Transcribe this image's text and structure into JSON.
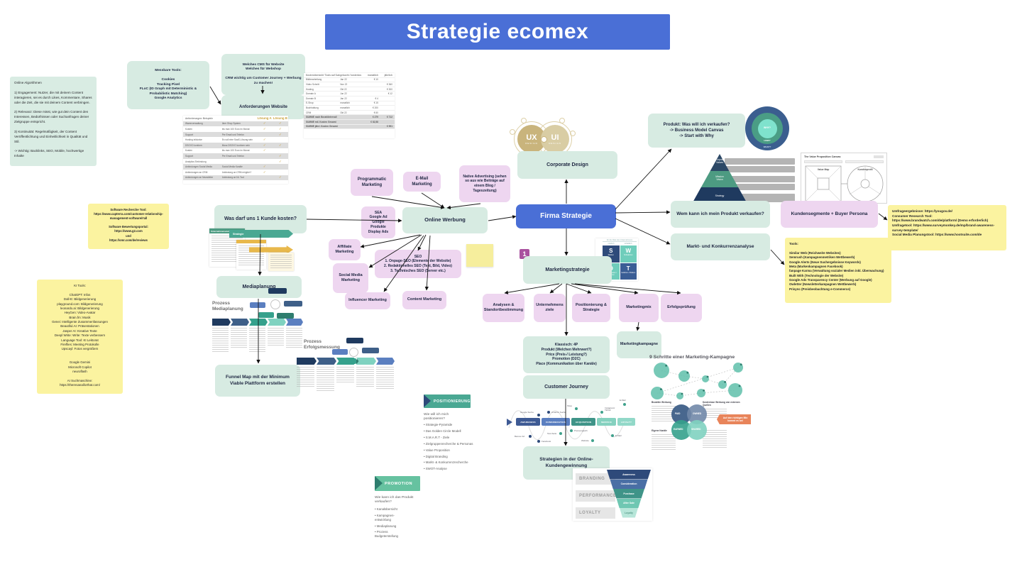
{
  "colors": {
    "banner_blue": "#4a6fd6",
    "node_green": "#d7ebe2",
    "node_pink": "#eed6f0",
    "sticky_yellow": "#fbf3a0",
    "badge_purple": "#a9519f",
    "teal": "#3f9488",
    "navy": "#2e4a7a",
    "gold": "#c9b47c",
    "callout_orange": "#e8845a"
  },
  "title": {
    "text": "Strategie ecomex"
  },
  "notes": {
    "online_algorithmen": "Online Algorithmen\n\n1) Engagement: Nutzer, die mit deinem Content interagieren, sei es durch Likes, Kommentare, Shares oder die Zeit, die sie mit deinem Content verbringen.\n\n2) Relevanz: Diese misst, wie gut dein Content den Interessen, Bedürfnissen oder Suchanfragen deiner Zielgruppe entspricht.\n\n3) Kontinuität: Regelmäßigkeit, der Content Veröffentlichtung und Einheitlichkeit in Qualität und Stil.\n\n-> Wichtig: Backlinks, SEO, Mobile, hochwertige Inhalte",
    "software_recherche": "Software Recherche Tool:\nhttps://www.capterra.com/customer-relationship-management-software/#all\n\nSoftware Bewertungsportal:\nhttps://www.g2.com\nund\nhttps://omr.com/de/reviews",
    "ki_tools": "KI Tools:\n\nChatGPT: Infos\nDall-E: Bildgenerierung\nplayground.com: Bildgenerierung\nleonardo.ai: Bildgenerierung\nHeyGen: Video-Avatar\nBrain.fm: Musik\nGenei: Intelligente Zusammenfassungen\nBeautiful.AI: Präsentationen\nJasper AI: Kreative Texte\nDeepl Write: Write: Texte verbessern\nLanguage Tool: KI Lektorat\nFireflies: Meeting Protokolle\nUpscayl: Fotos vergrößern\n\n\nGoogle Gemini\nMicrosoft Copilot\nneuroflash\n\nAI Suchmaschine:\nhttps://theresanaiforthat.com/",
    "umfrage": "Umfrageergebnisse: https://yougov.de/\nConsumer Research Tool:\nhttps://www.brandwatch.com/de/platform/ (Demo erforderlich)\nUmfragetool: https://www.surveymonkey.de/mp/brand-awareness-survey-template/\nSocial Media Planungstool: https://www.hootsuite.com/de",
    "tools": "Tools:\n\nSimilar Web (Reichweite Websites)\nSemrush (Kampagnenmetriken Wettbewerb)\nGoogle Alerts (Neue Suchergebnisse Keywords)\nMeta (Markenkampagnen Facebook)\nfanpage Karma (Verwaltung sozialer Medien inkl. Überwachung)\nBuilt With (Technologie der Website)\nGoogle Ads Transparency Center (Werbung auf Google)\nOwletter (Newsletterkampagnen Wettbewerb)\nPrisync (Preisbeobachtung e-Commerce)"
  },
  "left_cluster": {
    "messbare_tools": "Messbare Tools:\n\nCookies\nTracking Pixel\nFLoC (ID Graph mit Deterministic & Probabilistic Matching)\nGoogle Analytics",
    "welches_cms": "Welches CMS für Website\nWelches für Webshop\n\nCRM wichtig um Customer Journey + Werbung zu machen!",
    "anforderungen_website": "Anforderungen Website"
  },
  "anforderungen_table": {
    "header": [
      "Anforderungen: Beispiele",
      "",
      "Lösung A",
      "Lösung B"
    ],
    "rows": [
      [
        "Warenverwaltung",
        "über Shop System",
        "✓",
        "✓"
      ],
      [
        "Kosten",
        "bis max 100 Euro im Monat",
        "✓",
        "✓"
      ],
      [
        "Support",
        "Per Email und Telefon",
        "",
        "✓"
      ],
      [
        "Hosting inklusive",
        "Es soll eine SaaS-Lösung sein",
        "✓",
        ""
      ],
      [
        "DSGVO konform",
        "Muss DSGVO konform sein",
        "✓",
        "✓"
      ],
      [
        "Kosten",
        "bis max 100 Euro im Monat",
        "✓",
        ""
      ],
      [
        "Support",
        "Per Email und Telefon",
        "",
        "✓"
      ],
      [
        "Analytics Einbindung",
        "",
        "",
        "✓"
      ],
      [
        "Anbindungen Social Media",
        "Social Media Kanäle",
        "✓",
        ""
      ],
      [
        "Anbindungen an CRM",
        "Anbindung an CRM möglich?",
        "✓",
        ""
      ],
      [
        "Anbindungen an Newsletter",
        "Anbindung an NL Tool",
        "",
        "✓"
      ]
    ]
  },
  "kosten_table": {
    "header": [
      "Kostenübersicht 'Tools auf Subscription-Basis'",
      "gebucht / kostenlos",
      "monatlich",
      "jährlich"
    ],
    "rows": [
      [
        "Bildbearbeitung",
        "Jan 22",
        "€ 10",
        ""
      ],
      [
        "Video Schnitt",
        "Nov 22",
        "",
        "€ 360"
      ],
      [
        "Hosting",
        "Okt 22",
        "",
        "€ 300"
      ],
      [
        "Domain A",
        "Jun 22",
        "",
        "€ 12"
      ],
      [
        "Domain B",
        "Jan 22",
        "€ 4",
        ""
      ],
      [
        "E-Shop",
        "monatlich",
        "€ 15",
        ""
      ],
      [
        "Buchhaltung",
        "monatlich",
        "€ 200",
        ""
      ],
      [
        "CRM",
        "Okt 22",
        "€ 60",
        ""
      ],
      [
        "SUMME nach Bezahlintervall",
        "",
        "€ 279",
        "€ 712"
      ],
      [
        "SUMME mtl. Kosten Gesamt",
        "",
        "€ 82,58",
        ""
      ],
      [
        "SUMME jährl. Kosten Gesamt",
        "",
        "",
        "€ 991"
      ]
    ]
  },
  "werbung": {
    "online_werbung": "Online Werbung",
    "programmatic": "Programmatic Marketing",
    "email": "E-Mail Marketing",
    "native": "Native Advertising (sehen so aus wie Beiträge auf einem Blog / Tageszeitung)",
    "sea": "SEA\nGoogle Ad\nGoogle Produkte\nDisplay Ads",
    "affiliate": "Affiliate Marketing",
    "seo": "SEO\n1. Onpage-SEO (Elemente der Website)\n2. Redaktionelles SEO (Text, Bild, Video)\n3. Technisches SEO (Server etc.)",
    "social": "Social Media Marketing",
    "influencer": "Influencer Marketing",
    "content": "Content Marketing"
  },
  "strategie": {
    "firma": "Firma Strategie",
    "corporate": "Corporate Design",
    "produkt": "Produkt: Was will ich verkaufen?\n-> Business Model Canvas\n-> Start with Why",
    "wem": "Wem kann ich mein Produkt verkaufen?",
    "kundensegmente": "Kundensegmente + Buyer Persona",
    "markt": "Markt- und Konkurrenzanalyse",
    "marketingstrategie": "Marketingstrategie",
    "analysen": "Analysen & Standortbestimmung",
    "ziele": "Unternehmens\nziele",
    "positionierung": "Positionierung & Strategie",
    "marketingmix": "Marketingmix",
    "erfolg": "Erfolgsprüfung",
    "kampagne": "Marketingkampagne",
    "klassisch": "Klassisch: 4P\nProdukt (Welchen Mehrwert?)\nPrice (Preis-/ Leistung?)\nPromotion (D2C)\nPlace (Kommunikation über Kanäle)",
    "customer_journey": "Customer Journey",
    "strategien_online": "Strategien in der Online-Kundengewinnung",
    "was_darf": "Was darf uns 1 Kunde kosten?",
    "mediaplanung": "Mediaplanung",
    "funnel_map": "Funnel Map mit der Minimum Viable Plattform erstellen",
    "badge": "1"
  },
  "prozess": {
    "mediaplanung_label": "Prozess\nMediaplanung",
    "erfolgsmessung_label": "Prozess\nErfolgsmessung"
  },
  "snippet": {
    "header": "Unternehmensziele",
    "band": "Strategie"
  },
  "journey": {
    "stages": [
      "AWARENESS",
      "CONSIDERATION",
      "ACQUISITION",
      "SERVICE",
      "LOYALTY"
    ],
    "touchpoints": [
      "Google Suche",
      "Amazon Suche",
      "Shop",
      "Instagram/ TikTok",
      "E-Mail",
      "Banner Ad",
      "Facebook",
      "Test-Seite",
      "Preisvergleich",
      "Website",
      "E-Mail"
    ]
  },
  "funnel": {
    "left": [
      "BRANDING",
      "PERFORMANCE",
      "LOYALTY"
    ],
    "layers": [
      "Awareness",
      "Consideration",
      "Purchase",
      "After Sale",
      "Loyalty"
    ]
  },
  "sections": {
    "positionierung": {
      "header": "POSITIONIERUNG",
      "intro": "Wie will ich mich positionieren?",
      "items": [
        "Strategie-Pyramide",
        "Das Golden Circle Modell",
        "S.M.A.R.T - Ziele",
        "Zielgruppenrecherche & Personas",
        "Value Proposition",
        "Digital Branding",
        "Markt- & Konkurrenzrecherche",
        "SWOT-Analyse"
      ]
    },
    "promotion": {
      "header": "PROMOTION",
      "intro": "Wie kann ich das Produkt verkaufen?",
      "items": [
        "Kanalübersicht",
        "Kampagnen-\nentwicklung",
        "Mediaplanung",
        "Prozess\nBudgeterstellung"
      ]
    }
  },
  "nine_steps": {
    "title": "9 Schritte einer Marketing-Kampagne",
    "venn": [
      "PAID",
      "OWNED",
      "EARNED",
      "SHARED"
    ],
    "groups": [
      "Bezahlte Werbung",
      "Kostenlose Werbung von externen Quellen",
      "Eigene Kanäle"
    ],
    "callout": "Auf den richtigen Mix kommt es an!"
  },
  "pyramid": {
    "levels": [
      "Purpose\nValues",
      "Mission\nVision",
      "Strategy"
    ]
  },
  "golden_circle": {
    "labels": [
      "WHY?",
      "HOW?",
      "WHAT?"
    ]
  },
  "vpc": {
    "title": "The Value Proposition Canvas",
    "left": "Value Map",
    "right": "Kundenprofil"
  },
  "swot": {
    "top": "für die Ziele des Unternehmens",
    "cols": [
      "nützlich",
      "schädlich"
    ],
    "cells": [
      {
        "letter": "S",
        "label": "Stärken"
      },
      {
        "letter": "W",
        "label": "Schwächen"
      },
      {
        "letter": "O",
        "label": "Möglichkeiten / Chancen"
      },
      {
        "letter": "T",
        "label": "Gefahren / Risiken"
      }
    ]
  },
  "uxui": {
    "left": "UX",
    "left_sub": "DESIGN",
    "right": "UI",
    "right_sub": "DESIGN"
  }
}
